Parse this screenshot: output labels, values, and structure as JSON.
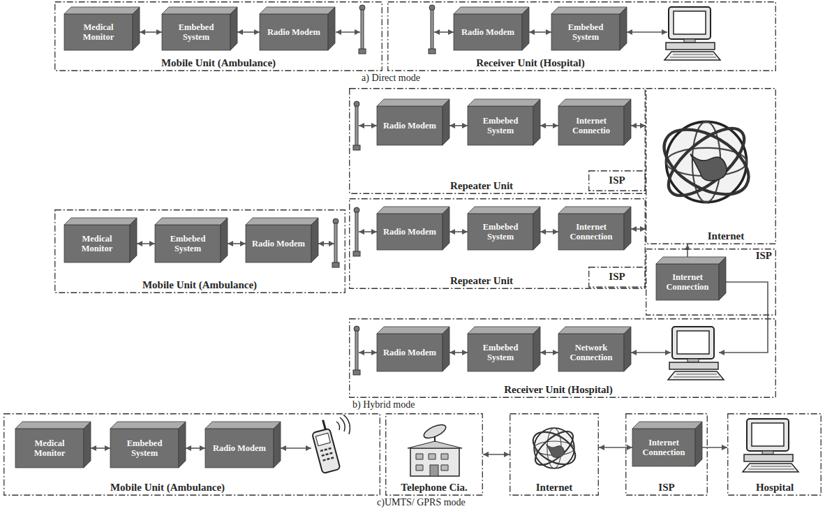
{
  "diagram": {
    "nodes": [
      {
        "text": [
          "Mobile Unit (Ambulance)"
        ]
      },
      {
        "text": [
          "Medical Monitor"
        ],
        "in": 0
      },
      {
        "text": [
          "Embebed System"
        ],
        "in": 0
      },
      {
        "text": [
          "Radio Modem"
        ],
        "in": 0
      },
      {
        "text": [
          "Receiver Unit (Hospital)"
        ]
      },
      {
        "text": [
          "Radio Modem"
        ],
        "in": 4
      },
      {
        "text": [
          "Embebed System"
        ],
        "in": 4
      },
      {
        "text": [
          "Repeater Unit"
        ]
      },
      {
        "text": [
          "Radio Modem"
        ],
        "in": 7
      },
      {
        "text": [
          "Embebed System"
        ],
        "in": 7
      },
      {
        "text": [
          "Internet Connectio"
        ],
        "in": 7
      },
      {
        "text": [
          "ISP"
        ],
        "in": 7
      },
      {
        "text": [
          "Internet"
        ]
      },
      {
        "text": [
          "Repeater Unit"
        ]
      },
      {
        "text": [
          "Radio Modem"
        ],
        "in": 13
      },
      {
        "text": [
          "Embebed System"
        ],
        "in": 13
      },
      {
        "text": [
          "Internet Connection"
        ],
        "in": 13
      },
      {
        "text": [
          "ISP"
        ],
        "in": 13
      },
      {
        "text": [
          "Mobile Unit (Ambulance)"
        ]
      },
      {
        "text": [
          "Medical Monitor"
        ],
        "in": 18
      },
      {
        "text": [
          "Embebed System"
        ],
        "in": 18
      },
      {
        "text": [
          "Radio Modem"
        ],
        "in": 18
      },
      {
        "text": [
          "ISP"
        ]
      },
      {
        "text": [
          "Internet Connection"
        ],
        "in": 22
      },
      {
        "text": [
          "Receiver Unit (Hospital)"
        ]
      },
      {
        "text": [
          "Radio Modem"
        ],
        "in": 24
      },
      {
        "text": [
          "Embebed System"
        ],
        "in": 24
      },
      {
        "text": [
          "Network Connection"
        ],
        "in": 24
      },
      {
        "text": [
          "Mobile Unit (Ambulance)"
        ]
      },
      {
        "text": [
          "Medical Monitor"
        ],
        "in": 28
      },
      {
        "text": [
          "Embebed System"
        ],
        "in": 28
      },
      {
        "text": [
          "Radio Modem"
        ],
        "in": 28
      },
      {
        "text": [
          "Telephone Cia."
        ]
      },
      {
        "text": [
          "Internet"
        ]
      },
      {
        "text": [
          "ISP"
        ]
      },
      {
        "text": [
          "Internet Connection"
        ],
        "in": 34
      },
      {
        "text": [
          "Hospital"
        ]
      }
    ],
    "edges": [
      {
        "from": 1,
        "to": 2,
        "arrow": "both"
      },
      {
        "from": 2,
        "to": 3,
        "arrow": "both"
      },
      {
        "from": 5,
        "to": 6,
        "arrow": "both"
      },
      {
        "from": 8,
        "to": 9,
        "arrow": "both"
      },
      {
        "from": 9,
        "to": 10,
        "arrow": "both"
      },
      {
        "from": 10,
        "to": 12,
        "arrow": "both"
      },
      {
        "from": 14,
        "to": 15,
        "arrow": "both"
      },
      {
        "from": 15,
        "to": 16,
        "arrow": "both"
      },
      {
        "from": 16,
        "to": 12,
        "arrow": "both"
      },
      {
        "from": 19,
        "to": 20,
        "arrow": "both"
      },
      {
        "from": 20,
        "to": 21,
        "arrow": "both"
      },
      {
        "from": 23,
        "to": 12,
        "arrow": "to"
      },
      {
        "from": 25,
        "to": 26,
        "arrow": "both"
      },
      {
        "from": 26,
        "to": 27,
        "arrow": "both"
      },
      {
        "from": 29,
        "to": 30,
        "arrow": "both"
      },
      {
        "from": 30,
        "to": 31,
        "arrow": "both"
      },
      {
        "from": 32,
        "to": 33,
        "arrow": "both"
      },
      {
        "from": 33,
        "to": 35,
        "arrow": "both"
      },
      {
        "from": 35,
        "to": 36,
        "arrow": "to"
      }
    ],
    "labels": [
      "a) Direct mode",
      "b) Hybrid mode",
      "c)UMTS/ GPRS mode"
    ]
  }
}
